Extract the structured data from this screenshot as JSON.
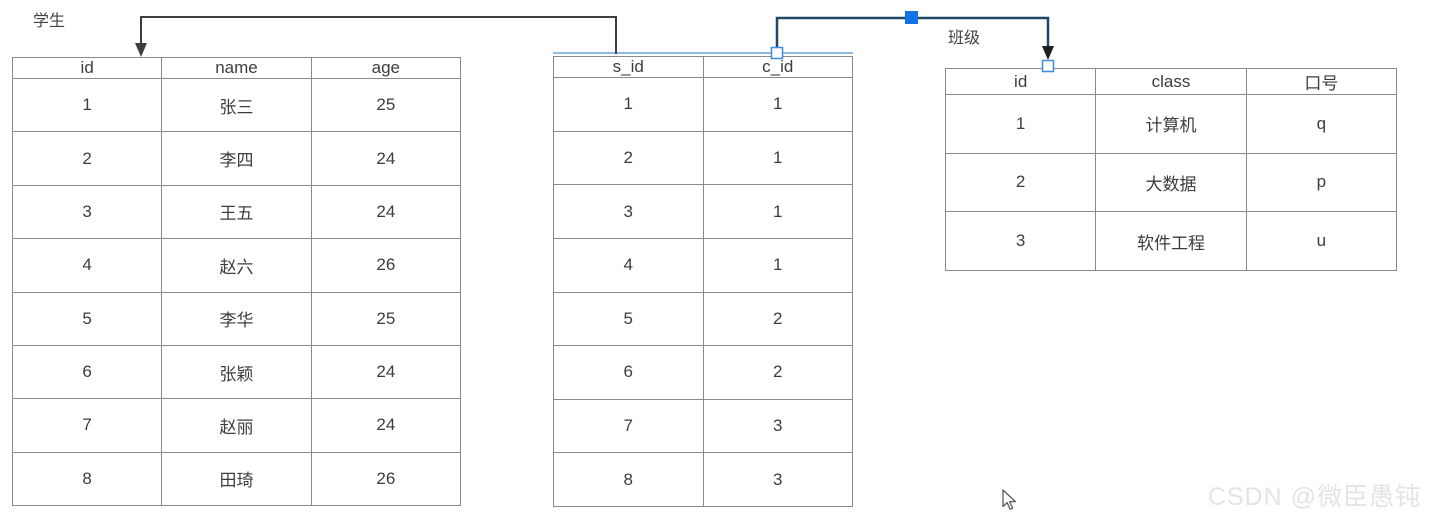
{
  "canvas": {
    "background": "#ffffff"
  },
  "colors": {
    "table_border": "#8a8a8a",
    "text": "#3d3d3d",
    "connector_black": "#3f3f3f",
    "connector_blue": "#1f4567",
    "selection_blue": "#6ba4d8",
    "handle_fill_blue": "#1273e6",
    "handle_stroke": "#3d8ae0",
    "arrow_black": "#1d1d1d",
    "watermark": "#e4e4e4"
  },
  "tables": [
    {
      "name": "students",
      "label": "学生",
      "columns": [
        "id",
        "name",
        "age"
      ],
      "rows": [
        [
          "1",
          "张三",
          "25"
        ],
        [
          "2",
          "李四",
          "24"
        ],
        [
          "3",
          "王五",
          "24"
        ],
        [
          "4",
          "赵六",
          "26"
        ],
        [
          "5",
          "李华",
          "25"
        ],
        [
          "6",
          "张颖",
          "24"
        ],
        [
          "7",
          "赵丽",
          "24"
        ],
        [
          "8",
          "田琦",
          "26"
        ]
      ]
    },
    {
      "name": "enrollment",
      "label": "",
      "columns": [
        "s_id",
        "c_id"
      ],
      "rows": [
        [
          "1",
          "1"
        ],
        [
          "2",
          "1"
        ],
        [
          "3",
          "1"
        ],
        [
          "4",
          "1"
        ],
        [
          "5",
          "2"
        ],
        [
          "6",
          "2"
        ],
        [
          "7",
          "3"
        ],
        [
          "8",
          "3"
        ]
      ]
    },
    {
      "name": "classes",
      "label": "班级",
      "columns": [
        "id",
        "class",
        "口号"
      ],
      "rows": [
        [
          "1",
          "计算机",
          "q"
        ],
        [
          "2",
          "大数据",
          "p"
        ],
        [
          "3",
          "软件工程",
          "u"
        ]
      ]
    }
  ],
  "connectors": [
    {
      "name": "enrollment-s_id-to-students-id",
      "style": "black-elbow-arrow"
    },
    {
      "name": "enrollment-c_id-to-classes-id",
      "style": "blue-selected-elbow-arrow"
    }
  ],
  "watermark": {
    "text": "CSDN @微臣愚钝"
  }
}
